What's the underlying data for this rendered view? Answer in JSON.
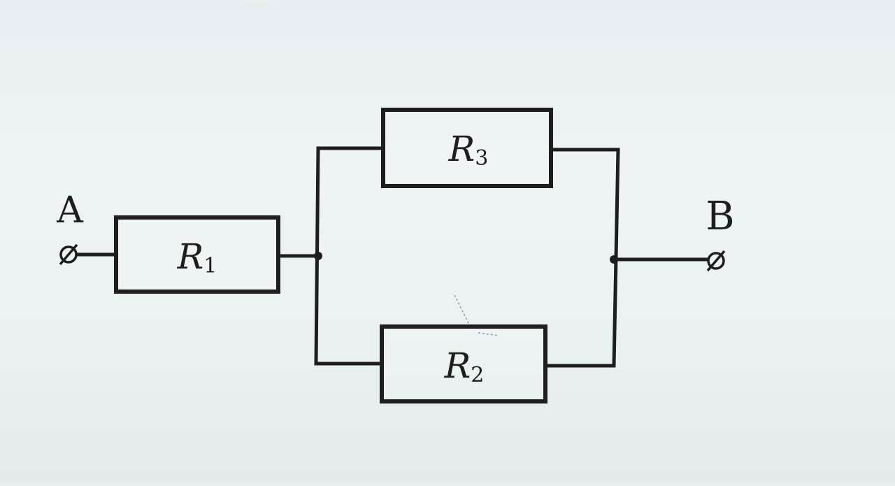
{
  "diagram": {
    "terminals": {
      "a": "A",
      "b": "B"
    },
    "resistors": {
      "r1": {
        "main": "R",
        "sub": "1"
      },
      "r2": {
        "main": "R",
        "sub": "2"
      },
      "r3": {
        "main": "R",
        "sub": "3"
      }
    }
  },
  "colors": {
    "ink": "#1e1e1e",
    "background": "#eaf1f2"
  }
}
